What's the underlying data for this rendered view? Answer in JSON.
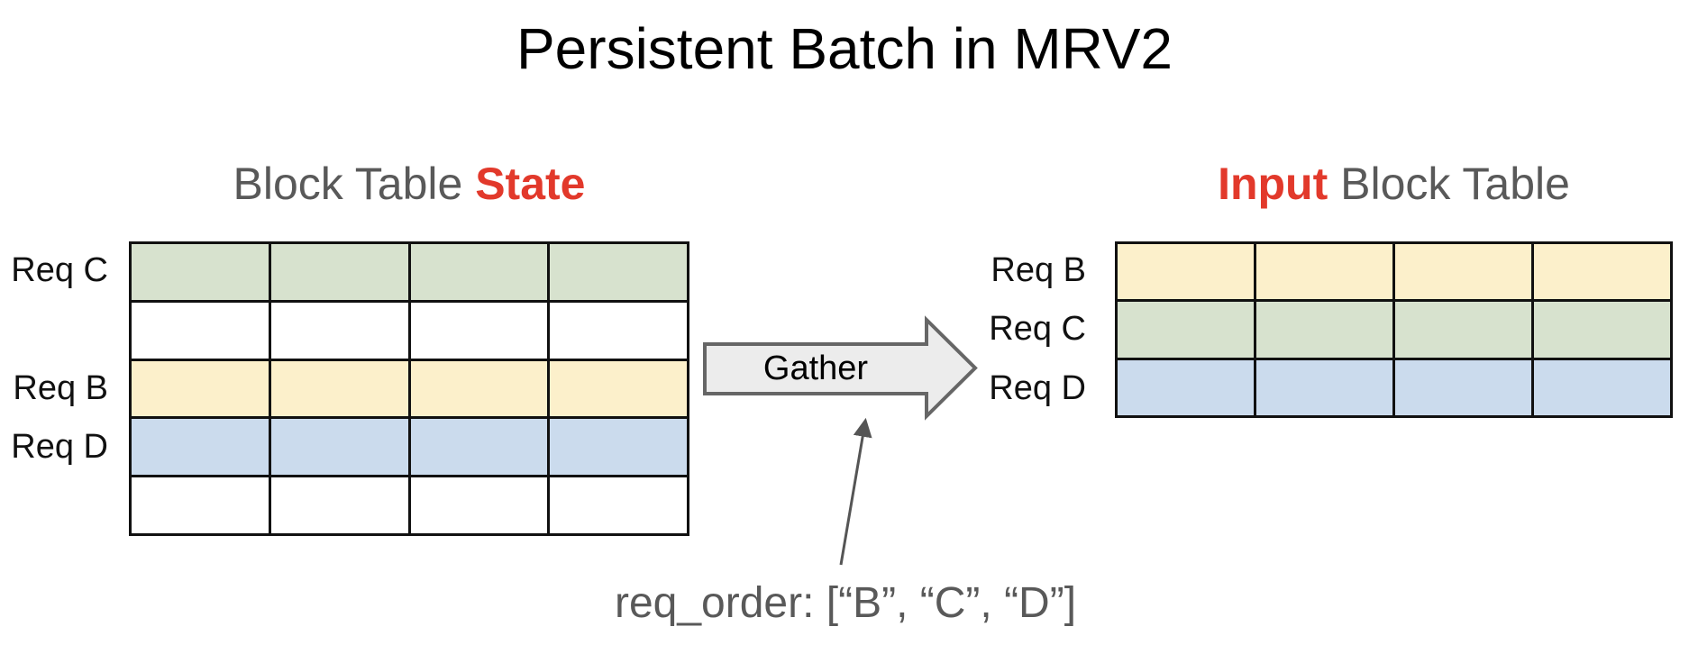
{
  "title": "Persistent Batch in MRV2",
  "colors": {
    "green": "#d7e2ce",
    "yellow": "#fcf0cb",
    "blue": "#cbdbed",
    "white": "#ffffff",
    "red": "#e2392b",
    "gray_text": "#595959",
    "table_border": "#111111",
    "arrow_fill": "#ececec",
    "arrow_stroke": "#666666",
    "annotation_arrow": "#555555"
  },
  "left_table": {
    "heading": {
      "prefix": "Block Table ",
      "highlight": "State"
    },
    "columns": 4,
    "rows": [
      {
        "label": "Req C",
        "color_key": "green"
      },
      {
        "label": "",
        "color_key": "white"
      },
      {
        "label": "Req B",
        "color_key": "yellow"
      },
      {
        "label": "Req D",
        "color_key": "blue"
      },
      {
        "label": "",
        "color_key": "white"
      }
    ]
  },
  "right_table": {
    "heading": {
      "highlight": "Input",
      "suffix": " Block Table"
    },
    "columns": 4,
    "rows": [
      {
        "label": "Req B",
        "color_key": "yellow"
      },
      {
        "label": "Req C",
        "color_key": "green"
      },
      {
        "label": "Req D",
        "color_key": "blue"
      }
    ]
  },
  "gather": {
    "label": "Gather"
  },
  "annotation": {
    "text": "req_order: [“B”, “C”, “D”]"
  }
}
